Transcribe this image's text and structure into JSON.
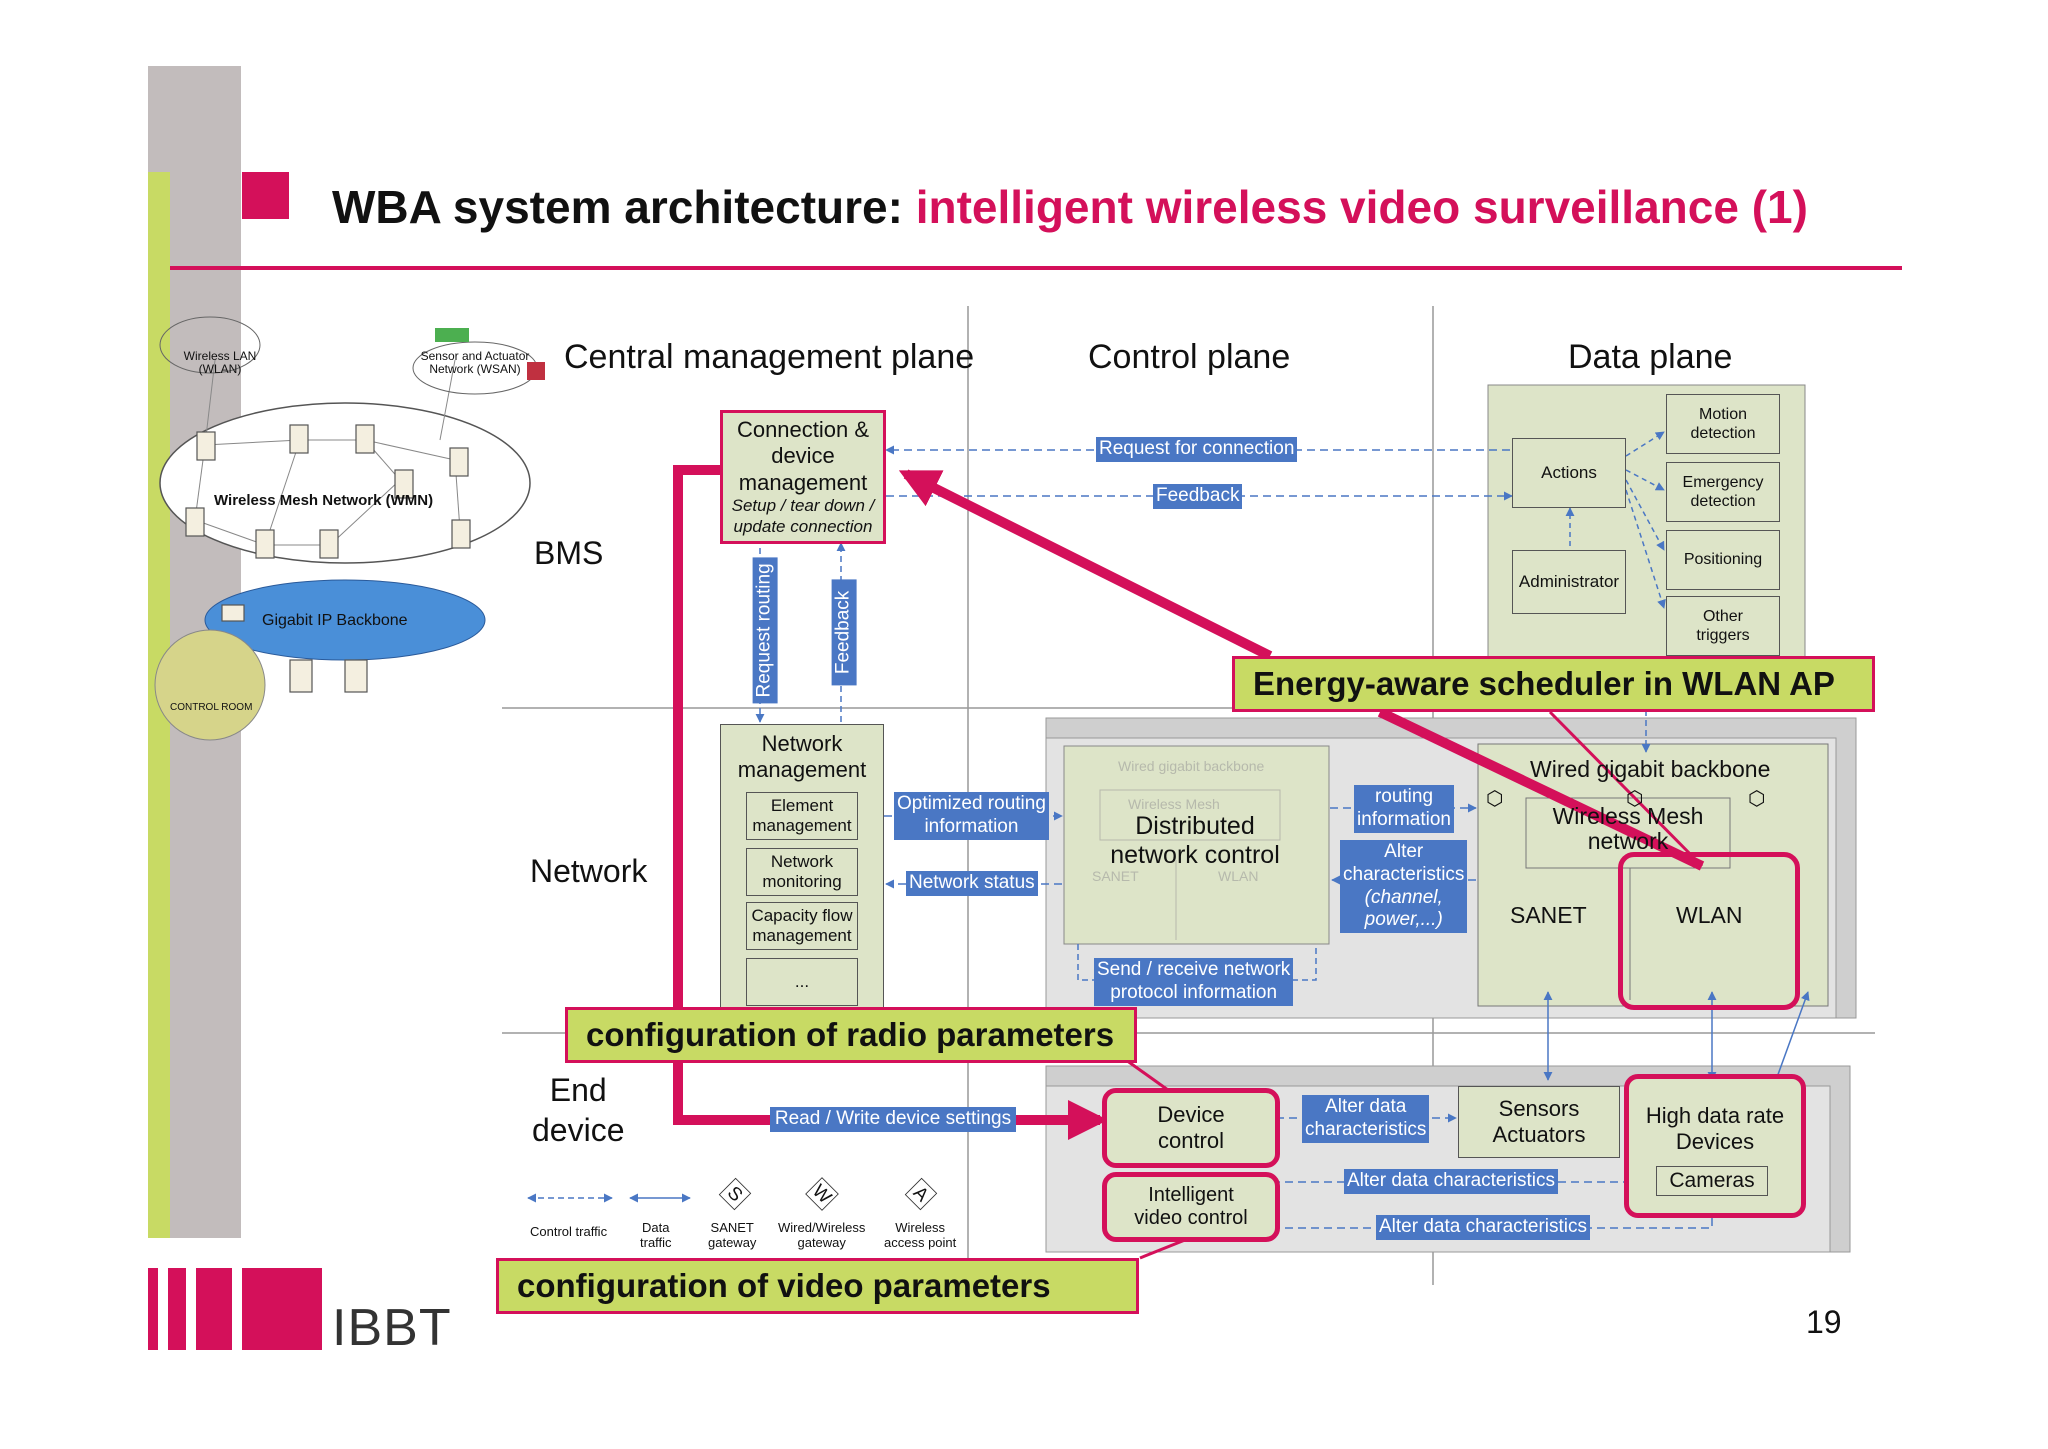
{
  "title": {
    "prefix": "WBA system architecture: ",
    "highlight": "intelligent wireless video surveillance (1)"
  },
  "colors": {
    "accent": "#d4105a",
    "label_blue": "#4a77c4",
    "callout_green": "#c8da64",
    "box_green": "#dde4c8",
    "side_bar": "#c2bcbc"
  },
  "planes": {
    "central": "Central management plane",
    "control": "Control plane",
    "data": "Data plane"
  },
  "rows": {
    "bms": "BMS",
    "network": "Network",
    "end_device": [
      "End",
      "device"
    ]
  },
  "network_picture": {
    "wlan": "Wireless LAN (WLAN)",
    "wsan": "Sensor and Actuator Network (WSAN)",
    "wmn": "Wireless Mesh Network (WMN)",
    "backbone": "Gigabit IP Backbone",
    "control_room": "CONTROL ROOM"
  },
  "central": {
    "connection": [
      "Connection &",
      "device",
      "management"
    ],
    "connection_sub": [
      "Setup / tear down /",
      "update connection"
    ],
    "request_routing": "Request routing",
    "feedback_vertical": "Feedback",
    "network_mgmt": [
      "Network",
      "management"
    ],
    "sub_items": [
      [
        "Element",
        "management"
      ],
      [
        "Network",
        "monitoring"
      ],
      [
        "Capacity flow",
        "management"
      ],
      [
        "..."
      ]
    ]
  },
  "control": {
    "request_for_connection": "Request for connection",
    "feedback": "Feedback",
    "optimized_routing": [
      "Optimized routing",
      "information"
    ],
    "network_status": "Network status",
    "distributed": [
      "Distributed",
      "network control"
    ],
    "faint_backbone": "Wired gigabit backbone",
    "faint_mesh": "Wireless Mesh",
    "faint_sanet": "SANET",
    "faint_wlan": "WLAN",
    "send_receive": [
      "Send / receive network",
      "protocol information"
    ],
    "routing_information": [
      "routing",
      "information"
    ],
    "alter_characteristics": [
      "Alter",
      "characteristics",
      "(channel,",
      "power,...)"
    ],
    "read_write": "Read / Write device settings",
    "alter_data_char": [
      "Alter data",
      "characteristics"
    ],
    "alter_data_char_line1": "Alter data characteristics",
    "alter_data_char_line2": "Alter data characteristics"
  },
  "data_plane": {
    "actions": "Actions",
    "administrator": "Administrator",
    "triggers": [
      [
        "Motion",
        "detection"
      ],
      [
        "Emergency",
        "detection"
      ],
      [
        "Positioning"
      ],
      [
        "Other",
        "triggers"
      ]
    ],
    "backbone": "Wired gigabit backbone",
    "mesh": [
      "Wireless Mesh",
      "network"
    ],
    "sanet": "SANET",
    "wlan": "WLAN",
    "device_control": [
      "Device",
      "control"
    ],
    "intelligent_video": [
      "Intelligent",
      "video control"
    ],
    "sensors": [
      "Sensors",
      "Actuators"
    ],
    "high_data": [
      "High data rate",
      "Devices"
    ],
    "cameras": "Cameras"
  },
  "legend": {
    "control_traffic": "Control traffic",
    "data_traffic": [
      "Data",
      "traffic"
    ],
    "sanet_gateway": [
      "SANET",
      "gateway"
    ],
    "wired_wireless": [
      "Wired/Wireless",
      "gateway"
    ],
    "access_point": [
      "Wireless",
      "access point"
    ],
    "s": "S",
    "w": "W",
    "a": "A"
  },
  "callouts": {
    "energy": "Energy-aware scheduler in WLAN AP",
    "radio": "configuration of radio parameters",
    "video": "configuration of video parameters"
  },
  "logo": "IBBT",
  "page_number": "19"
}
